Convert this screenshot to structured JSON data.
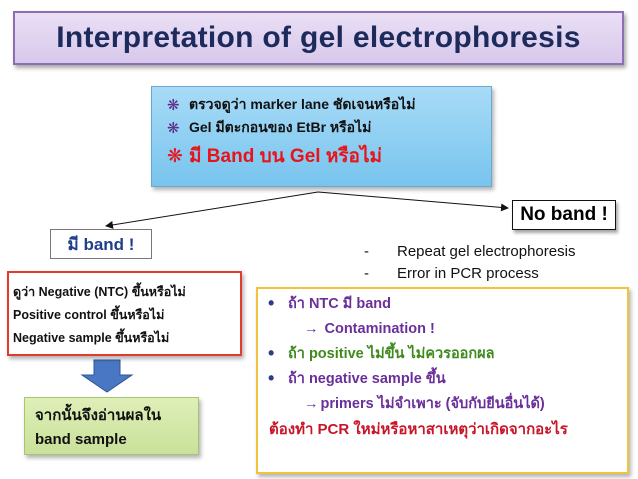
{
  "title": "Interpretation of gel electrophoresis",
  "check_box": {
    "symbol": "❋",
    "lines": [
      "ตรวจดูว่า marker lane ชัดเจนหรือไม่",
      "Gel มีตะกอนของ EtBr หรือไม่",
      "มี Band บน Gel หรือไม่"
    ]
  },
  "no_band": {
    "label": "No band !"
  },
  "has_band": {
    "label": "มี band !"
  },
  "no_band_notes": [
    "Repeat gel electrophoresis",
    "Error in PCR process"
  ],
  "note_dash": "-",
  "negative_check": [
    "ดูว่า Negative (NTC) ขึ้นหรือไม่",
    "Positive control ขึ้นหรือไม่",
    "Negative sample ขึ้นหรือไม่"
  ],
  "read_result": [
    "จากนั้นจึงอ่านผลใน",
    "band sample"
  ],
  "interpretation": {
    "bullet": "•",
    "ntc": "ถ้า NTC มี band",
    "contamination": "Contamination !",
    "positive": "ถ้า positive ไม่ขึ้น ไม่ควรออกผล",
    "negative": "ถ้า negative sample ขึ้น",
    "primers": "primers ไม่จำเพาะ (จับกับยีนอื่นได้)",
    "arrow": "→",
    "redo": "ต้องทำ PCR ใหม่หรือหาสาเหตุว่าเกิดจากอะไร"
  },
  "colors": {
    "title_text": "#1c2a5c",
    "highlight_red": "#e8141c",
    "green": "#3f8a1e",
    "purple": "#6a2f9a",
    "blue_box": "#8fcff3",
    "green_box": "#d2e6a8",
    "yellow_border": "#f0c33c",
    "red_border": "#e33a2e"
  }
}
